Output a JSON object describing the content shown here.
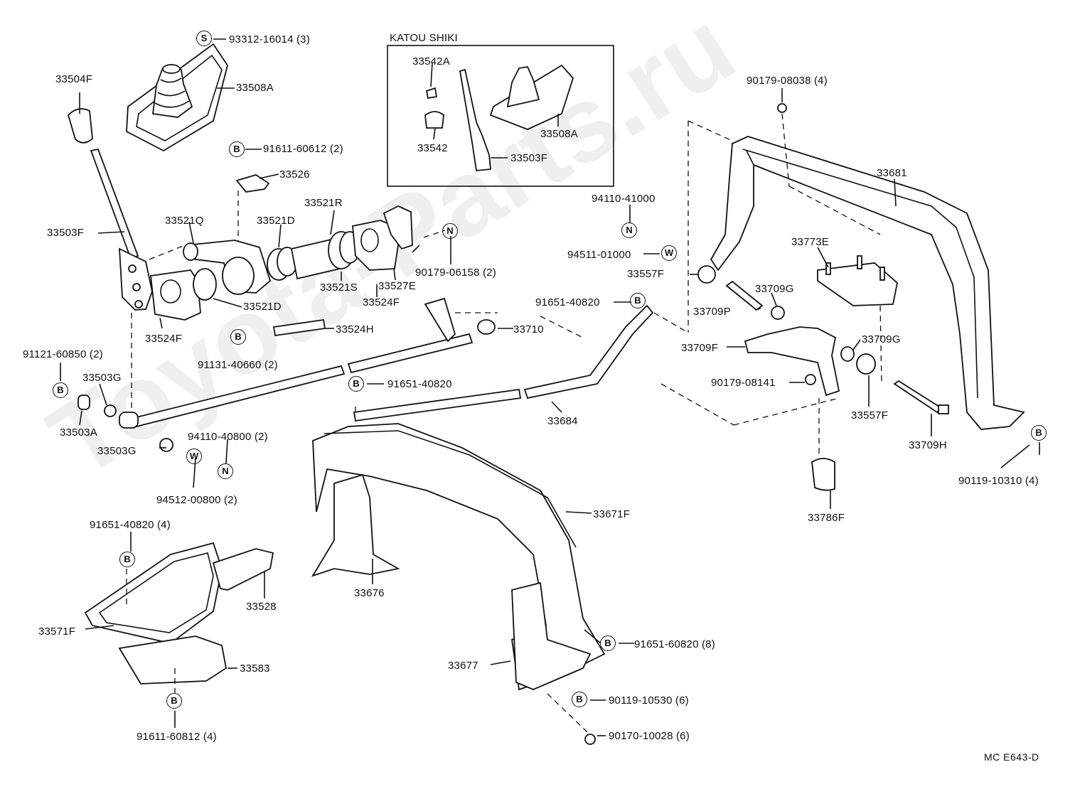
{
  "diagram": {
    "inset_title": "KATOU SHIKI",
    "drawing_code": "MC E643-D",
    "watermark": "Toyota-Parts.ru",
    "symbols": {
      "bolt": "B",
      "nut": "N",
      "washer": "W",
      "screw": "S"
    },
    "labels": {
      "p93312": "93312-16014 (3)",
      "p33504F": "33504F",
      "p33508A": "33508A",
      "p91611_60612": "91611-60612 (2)",
      "p33526": "33526",
      "p33521Q": "33521Q",
      "p33521D_top": "33521D",
      "p33521R": "33521R",
      "p33503F": "33503F",
      "p90179_06158": "90179-06158 (2)",
      "p33527E": "33527E",
      "p33521S": "33521S",
      "p33524F_right": "33524F",
      "p33521D_bottom": "33521D",
      "p33524F_left": "33524F",
      "p33524H": "33524H",
      "p91131": "91131-40660 (2)",
      "p33710": "33710",
      "p91651_40820_a": "91651-40820",
      "p91121": "91121-60850 (2)",
      "p33503G_top": "33503G",
      "p33503A": "33503A",
      "p33503G_bottom": "33503G",
      "p94110_40800": "94110-40800 (2)",
      "p94512": "94512-00800 (2)",
      "p91651_40820_b": "91651-40820",
      "p33684": "33684",
      "k33542A": "33542A",
      "k33542": "33542",
      "k33508A": "33508A",
      "k33503F": "33503F",
      "p90179_08038": "90179-08038 (4)",
      "p33681": "33681",
      "p94110_41000": "94110-41000",
      "p94511": "94511-01000",
      "p33557F_top": "33557F",
      "p33773E": "33773E",
      "p33709G_top": "33709G",
      "p33709P": "33709P",
      "p33709G_right": "33709G",
      "p33709F": "33709F",
      "p90179_08141": "90179-08141",
      "p33557F_bottom": "33557F",
      "p33709H": "33709H",
      "p90119_10310": "90119-10310 (4)",
      "p33786F": "33786F",
      "p91651_40820_c": "91651-40820 (4)",
      "p33671F": "33671F",
      "p33676": "33676",
      "p33528": "33528",
      "p33571F": "33571F",
      "p33583": "33583",
      "p91611_60812": "91611-60812 (4)",
      "p33677": "33677",
      "p91651_60820": "91651-60820 (8)",
      "p90119_10530": "90119-10530 (6)",
      "p90170_10028": "90170-10028 (6)"
    }
  }
}
